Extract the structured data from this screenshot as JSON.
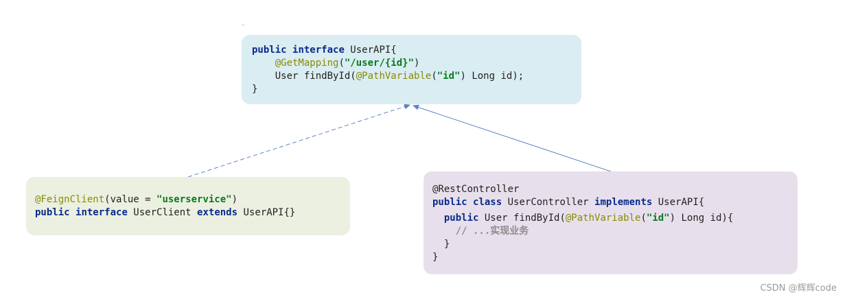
{
  "api_box": {
    "l1": {
      "kw1": "public",
      "kw2": "interface",
      "rest": " UserAPI{"
    },
    "l2": {
      "indent": "    ",
      "anno": "@GetMapping",
      "p1": "(",
      "str": "\"/user/{id}\"",
      "p2": ")"
    },
    "l3": {
      "indent": "    ",
      "pre": "User findById(",
      "anno": "@PathVariable",
      "p1": "(",
      "str": "\"id\"",
      "rest": ") Long id);"
    },
    "l4": {
      "text": "}"
    }
  },
  "feign_box": {
    "l1": {
      "anno": "@FeignClient",
      "p1": "(value = ",
      "str": "\"userservice\"",
      "p2": ")"
    },
    "l2": {
      "kw1": "public",
      "kw2": "interface",
      "mid": " UserClient ",
      "kw3": "extends",
      "rest": " UserAPI{}"
    }
  },
  "ctrl_box": {
    "l1": {
      "text": "@RestController"
    },
    "l2": {
      "kw1": "public",
      "kw2": "class",
      "mid": " UserController ",
      "kw3": "implements",
      "rest": " UserAPI{"
    },
    "l3": {
      "indent": "  ",
      "kw1": "public",
      "pre": " User findById(",
      "anno": "@PathVariable",
      "p1": "(",
      "str": "\"id\"",
      "rest": ") Long id){"
    },
    "l4": {
      "indent": "    ",
      "comment": "// ...实现业务"
    },
    "l5": {
      "indent": "  ",
      "text": "}"
    },
    "l6": {
      "text": "}"
    }
  },
  "arrows": {
    "feign_to_api": "dashed",
    "ctrl_to_api": "solid",
    "color": "#5b86c4"
  },
  "watermark": "CSDN @辉辉code"
}
